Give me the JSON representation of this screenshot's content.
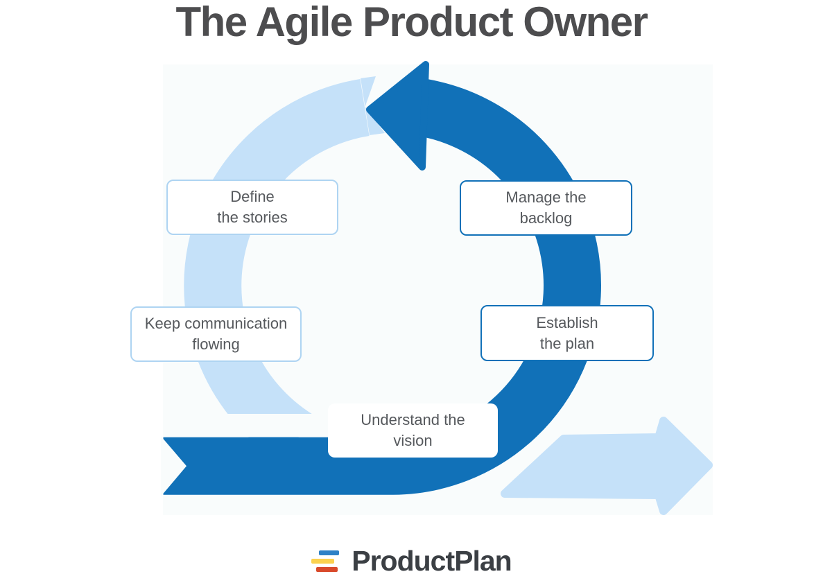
{
  "title": "The Agile Product Owner",
  "steps": {
    "define_stories": {
      "line1": "Define",
      "line2": "the stories"
    },
    "manage_backlog": {
      "line1": "Manage the",
      "line2": "backlog"
    },
    "keep_communication": {
      "line1": "Keep communication",
      "line2": "flowing"
    },
    "establish_plan": {
      "line1": "Establish",
      "line2": "the plan"
    },
    "understand_vision": {
      "line1": "Understand the",
      "line2": "vision"
    }
  },
  "colors": {
    "dark_blue": "#1171b8",
    "light_blue": "#c5e1f9",
    "panel_background": "#f9fcfc",
    "title_text": "#4d4d4f",
    "box_text": "#55585c",
    "light_box_border": "#aed4f2",
    "logo_blue": "#2e81c6",
    "logo_yellow": "#fbd14f",
    "logo_red": "#d94a2b"
  },
  "footer": {
    "brand": "ProductPlan"
  }
}
